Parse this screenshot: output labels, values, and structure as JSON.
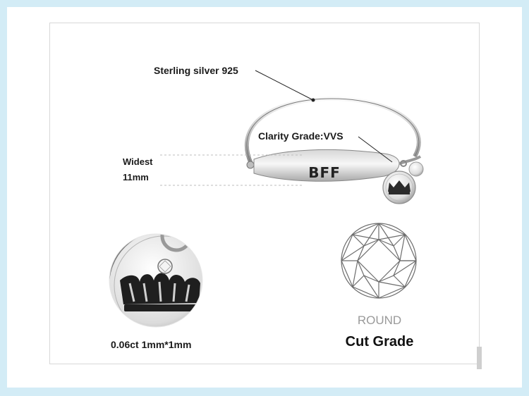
{
  "labels": {
    "material": "Sterling silver 925",
    "clarity": "Clarity Grade:VVS",
    "widest_label": "Widest",
    "widest_value": "11mm",
    "engraving": "BFF",
    "stone_size": "0.06ct 1mm*1mm",
    "cut_shape": "ROUND",
    "cut_title": "Cut Grade"
  },
  "colors": {
    "background": "#d3ecf6",
    "frame": "#d8d8d8",
    "text": "#1a1a1a",
    "muted_text": "#9a9a9a"
  },
  "icons": {
    "bracelet": "bangle-bracelet-image",
    "charm": "crown-charm-image",
    "charm_closeup": "crown-charm-closeup-image",
    "diamond": "round-brilliant-diamond-diagram"
  }
}
